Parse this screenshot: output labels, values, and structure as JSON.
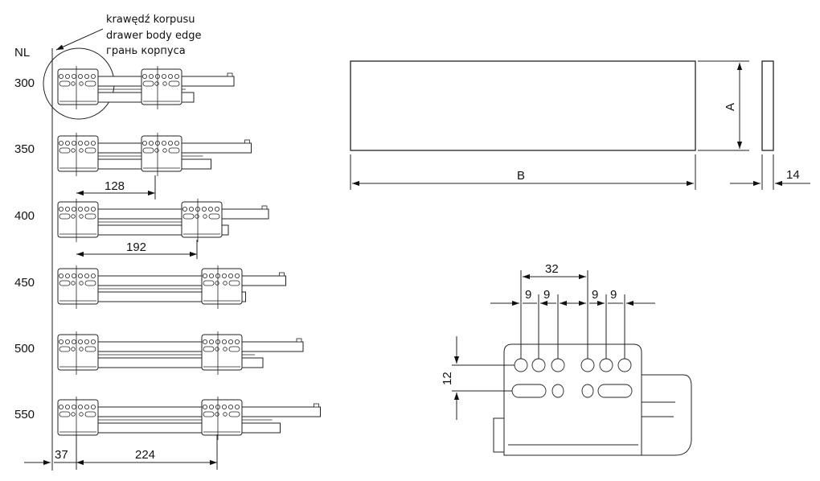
{
  "legend": {
    "nl_label": "NL",
    "edge_label_pl": "krawędź korpusu",
    "edge_label_en": "drawer body edge",
    "edge_label_ru": "грань корпуса"
  },
  "rows": [
    {
      "nl": "300",
      "slide_len": 300
    },
    {
      "nl": "350",
      "slide_len": 350
    },
    {
      "nl": "400",
      "slide_len": 400
    },
    {
      "nl": "450",
      "slide_len": 450
    },
    {
      "nl": "500",
      "slide_len": 500
    },
    {
      "nl": "550",
      "slide_len": 550
    }
  ],
  "dimensions": {
    "d128": "128",
    "d192": "192",
    "d37": "37",
    "d224": "224",
    "panel_height": "A",
    "panel_width": "B",
    "panel_thickness": "14",
    "hole_span": "32",
    "hole_pitch": [
      "9",
      "9",
      "9",
      "9"
    ],
    "hole_row_gap": "12"
  }
}
